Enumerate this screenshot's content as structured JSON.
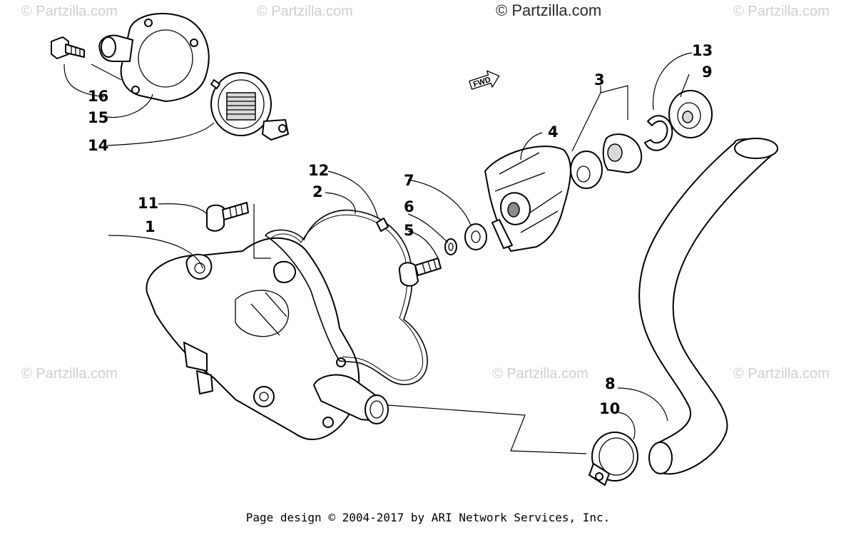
{
  "watermarks": {
    "top_center": "© Partzilla.com",
    "faint": "© Partzilla.com"
  },
  "direction_marker": "FWD",
  "callouts": {
    "c1": "1",
    "c2": "2",
    "c3": "3",
    "c4": "4",
    "c5": "5",
    "c6": "6",
    "c7": "7",
    "c8": "8",
    "c9": "9",
    "c10": "10",
    "c11": "11",
    "c12": "12",
    "c13": "13",
    "c14": "14",
    "c15": "15",
    "c16": "16"
  },
  "footer": "Page design © 2004-2017 by ARI Network Services, Inc."
}
